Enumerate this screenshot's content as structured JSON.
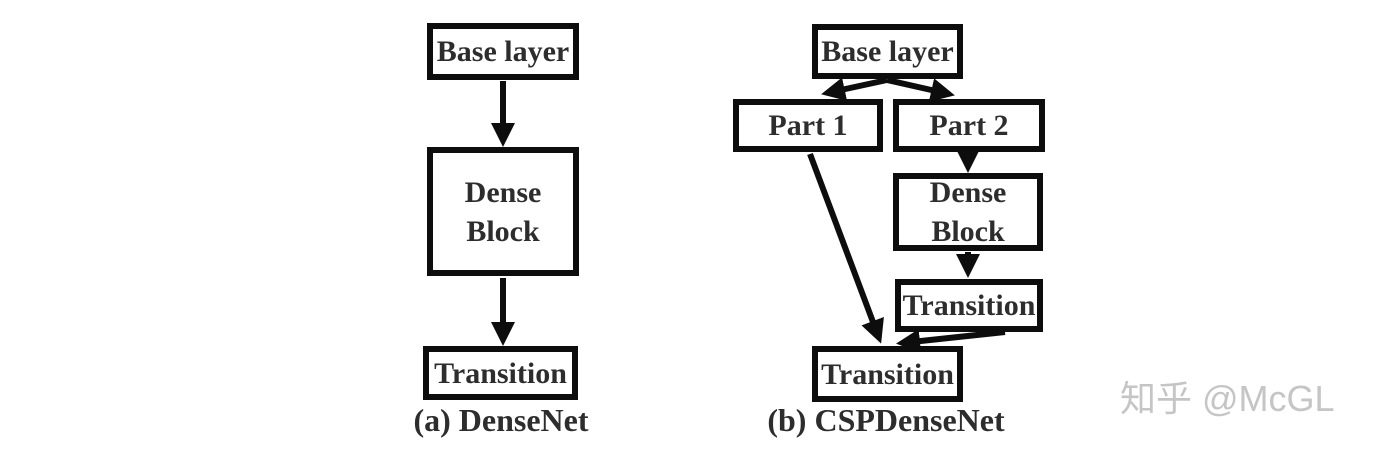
{
  "colors": {
    "line": "#0d0d0d",
    "text": "#2d2d2d",
    "watermark": "#c5c5c5",
    "background": "#ffffff"
  },
  "diagram_a": {
    "caption": "(a) DenseNet",
    "nodes": {
      "base": "Base layer",
      "dense_block": "Dense\nBlock",
      "transition": "Transition"
    },
    "edges": [
      "base -> dense_block",
      "dense_block -> transition"
    ]
  },
  "diagram_b": {
    "caption": "(b) CSPDenseNet",
    "nodes": {
      "base": "Base layer",
      "part1": "Part 1",
      "part2": "Part 2",
      "dense_block": "Dense\nBlock",
      "transition1": "Transition",
      "transition2": "Transition"
    },
    "edges": [
      "base -> part1",
      "base -> part2",
      "part2 -> dense_block",
      "dense_block -> transition1",
      "part1 -> transition2",
      "transition1 -> transition2"
    ]
  },
  "watermark": "知乎 @McGL"
}
